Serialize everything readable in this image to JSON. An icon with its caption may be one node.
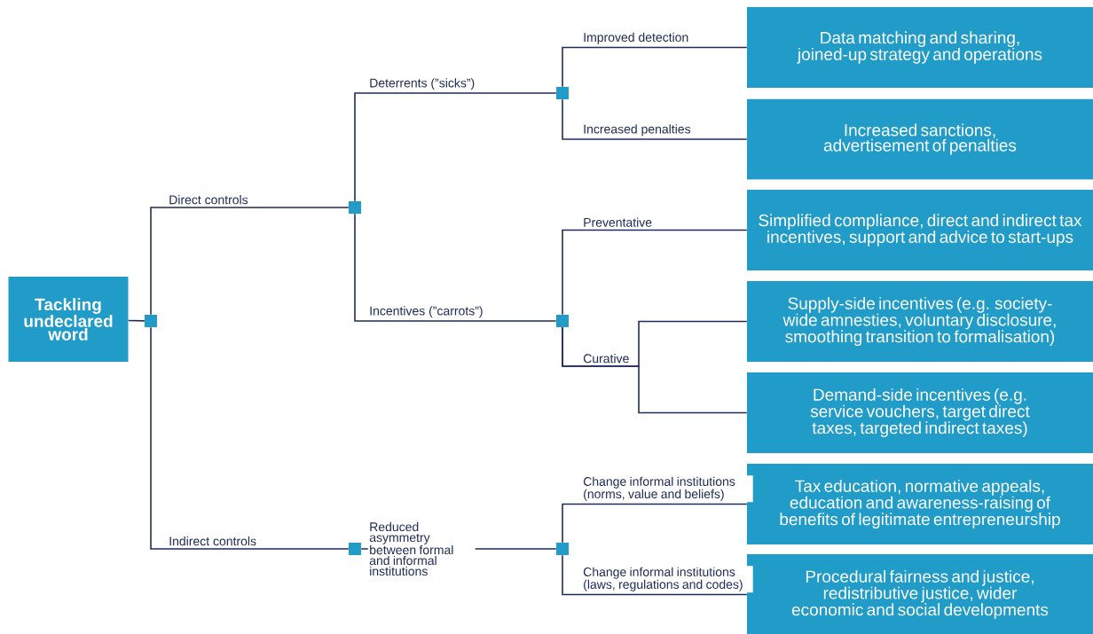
{
  "diagram": {
    "nodes": [
      {
        "text": [
          "Tackling undeclared word"
        ]
      },
      {
        "text": [],
        "shape": "box"
      },
      {
        "text": [],
        "shape": "box"
      },
      {
        "text": [],
        "shape": "box"
      },
      {
        "text": [],
        "shape": "box"
      },
      {
        "text": [],
        "shape": "box"
      },
      {
        "text": [],
        "shape": "box"
      },
      {
        "text": [
          "Data matching and sharing, joined-up strategy and operations"
        ]
      },
      {
        "text": [
          "Increased sanctions, advertisement of penalties"
        ]
      },
      {
        "text": [
          "Simplified compliance, direct and indirect tax incentives, support and advice to start-ups"
        ]
      },
      {
        "text": [
          "Supply-side incentives (e.g. society-wide amnesties, voluntary disclosure, smoothing transition to formalisation)"
        ]
      },
      {
        "text": [
          "Demand-side incentives (e.g. service vouchers, target direct taxes, targeted indirect taxes)"
        ]
      },
      {
        "text": [
          "Tax education, normative appeals, education and awareness-raising of benefits of legitimate entrepreneurship"
        ]
      },
      {
        "text": [
          "Procedural fairness and justice, redistributive justice, wider economic and social developments"
        ]
      }
    ],
    "edges": [
      {
        "from": 0,
        "to": 1,
        "arrow": "none"
      },
      {
        "from": 1,
        "to": 2,
        "arrow": "none",
        "label": "Direct controls"
      },
      {
        "from": 1,
        "to": 3,
        "arrow": "none",
        "label": "Indirect controls"
      },
      {
        "from": 2,
        "to": 4,
        "arrow": "none",
        "label": "Deterrents (”sicks”)"
      },
      {
        "from": 2,
        "to": 5,
        "arrow": "none",
        "label": "Incentives (”carrots”)"
      },
      {
        "from": 3,
        "to": 6,
        "arrow": "none",
        "label": "Reduced asymmetry between formal and informal institutions"
      },
      {
        "from": 4,
        "to": 7,
        "arrow": "none",
        "label": "Improved detection"
      },
      {
        "from": 4,
        "to": 8,
        "arrow": "none",
        "label": "Increased penalties"
      },
      {
        "from": 5,
        "to": 9,
        "arrow": "none",
        "label": "Preventative"
      },
      {
        "from": 5,
        "to": 10,
        "arrow": "none",
        "label": "Curative"
      },
      {
        "from": 5,
        "to": 11,
        "arrow": "none"
      },
      {
        "from": 6,
        "to": 12,
        "arrow": "none",
        "label": "Change informal institutions (norms, value and beliefs)"
      },
      {
        "from": 6,
        "to": 13,
        "arrow": "none",
        "label": "Change informal institutions (laws, regulations and codes)"
      }
    ]
  }
}
